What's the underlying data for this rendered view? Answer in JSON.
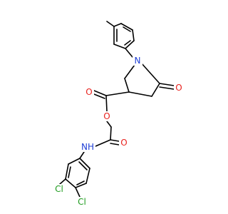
{
  "molecule": {
    "atom_labels": {
      "ring_nitrogen": "N",
      "lactam_oxygen": "O",
      "ester_carbonyl_oxygen": "O",
      "ester_oxygen": "O",
      "amide_oxygen": "O",
      "amide_nh": "NH",
      "chlorine_meta": "Cl",
      "chlorine_para": "Cl"
    },
    "colors": {
      "bond": "#000000",
      "nitrogen": "#1f3fd6",
      "oxygen": "#e8221e",
      "chlorine": "#1f9c1f"
    }
  }
}
